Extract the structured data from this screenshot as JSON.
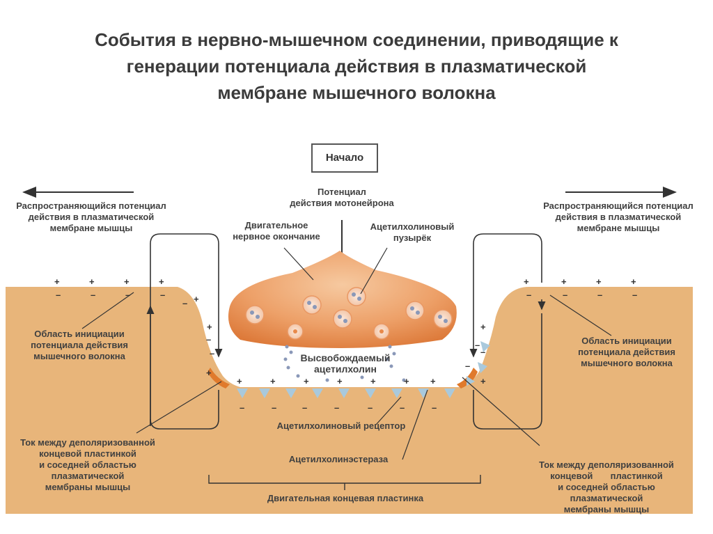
{
  "title": {
    "line1": "События в нервно-мышечном соединении, приводящие к",
    "line2": "генерации потенциала действия в плазматической",
    "line3": "мембране мышечного волокна"
  },
  "labels": {
    "start": "Начало",
    "motoneuron_ap": [
      "Потенциал",
      "действия мотонейрона"
    ],
    "motor_ending": [
      "Двигательное",
      "нервное окончание"
    ],
    "ach_vesicle": [
      "Ацетилхолиновый",
      "пузырёк"
    ],
    "propagating_left": [
      "Распространяющийся потенциал",
      "действия в плазматической",
      "мембране мышцы"
    ],
    "propagating_right": [
      "Распространяющийся потенциал",
      "действия в плазматической",
      "мембране мышцы"
    ],
    "initiation_left": [
      "Область инициации",
      "потенциала действия",
      "мышечного волокна"
    ],
    "initiation_right": [
      "Область инициации",
      "потенциала действия",
      "мышечного волокна"
    ],
    "released_ach": [
      "Высвобождаемый",
      "ацетилхолин"
    ],
    "ach_receptor": "Ацетилхолиновый рецептор",
    "ach_esterase": "Ацетилхолинэстераза",
    "current_left": [
      "Ток между деполяризованной",
      "концевой пластинкой",
      "и соседней областью",
      "плазматической",
      "мембраны мышцы"
    ],
    "current_right": [
      "Ток между деполяризованной",
      "концевой       пластинкой",
      "и соседней областью",
      "плазматической",
      "мембраны мышцы"
    ],
    "end_plate": "Двигательная концевая пластинка"
  },
  "colors": {
    "muscle": "#E8B57A",
    "terminal_top": "#F2B88C",
    "terminal_bottom": "#E4894A",
    "cleft": "#FFFFFF",
    "receptor": "#A9C9DC",
    "text": "#404040"
  }
}
